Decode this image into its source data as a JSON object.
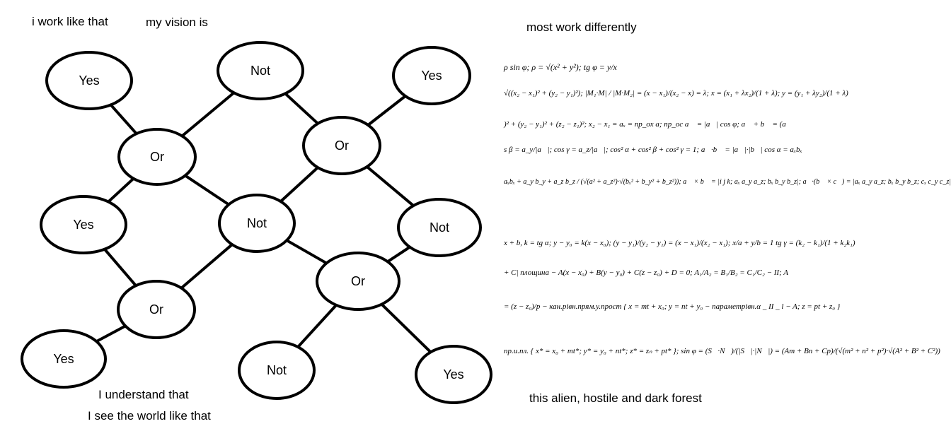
{
  "captions": {
    "top_left_1": "i work like that",
    "top_left_2": "my vision is",
    "bottom_1": "I understand that",
    "bottom_2": "I see the world like that",
    "top_right": "most work differently",
    "bottom_right": "this alien, hostile and dark forest"
  },
  "nodes": [
    {
      "id": "yes_top_left",
      "label": "Yes"
    },
    {
      "id": "not_top_mid",
      "label": "Not"
    },
    {
      "id": "yes_top_right",
      "label": "Yes"
    },
    {
      "id": "or_upper_left",
      "label": "Or"
    },
    {
      "id": "or_upper_right",
      "label": "Or"
    },
    {
      "id": "yes_mid_left",
      "label": "Yes"
    },
    {
      "id": "not_center",
      "label": "Not"
    },
    {
      "id": "not_mid_right",
      "label": "Not"
    },
    {
      "id": "or_lower_left",
      "label": "Or"
    },
    {
      "id": "or_lower_right",
      "label": "Or"
    },
    {
      "id": "yes_bottom_left",
      "label": "Yes"
    },
    {
      "id": "not_bottom_mid",
      "label": "Not"
    },
    {
      "id": "yes_bottom_right",
      "label": "Yes"
    }
  ],
  "edges": [
    [
      "yes_top_left",
      "or_upper_left"
    ],
    [
      "or_upper_left",
      "not_top_mid"
    ],
    [
      "not_top_mid",
      "or_upper_right"
    ],
    [
      "or_upper_right",
      "yes_top_right"
    ],
    [
      "or_upper_left",
      "yes_mid_left"
    ],
    [
      "or_upper_left",
      "not_center"
    ],
    [
      "or_upper_right",
      "not_center"
    ],
    [
      "or_upper_right",
      "not_mid_right"
    ],
    [
      "yes_mid_left",
      "or_lower_left"
    ],
    [
      "not_center",
      "or_lower_left"
    ],
    [
      "not_center",
      "or_lower_right"
    ],
    [
      "not_mid_right",
      "or_lower_right"
    ],
    [
      "or_lower_left",
      "yes_bottom_left"
    ],
    [
      "or_lower_right",
      "not_bottom_mid"
    ],
    [
      "or_lower_right",
      "yes_bottom_right"
    ]
  ],
  "formulas": [
    "ρ sin φ; ρ = √(x² + y²); tg φ = y/x",
    "√((x₂ − x₁)² + (y₂ − y₁)²); |M₁·M| / |M·M₂| = (x − x₁)/(x₂ − x) = λ; x = (x₁ + λx₂)/(1 + λ); y = (y₁ + λy₂)/(1 + λ)",
    ")² + (y₂ − y₁)² + (z₂ − z₁)²; x₂ − x₁ = aₓ = пр_ox a; пр_oc a⃗ = |a⃗| cos φ; a⃗ + b⃗ = (a",
    "s β = a_y/|a⃗|; cos γ = a_z/|a⃗|; cos² α + cos² β + cos² γ = 1; a⃗·b⃗ = |a⃗|·|b⃗| cos α = aₓbₓ",
    "aₓbₓ + a_y b_y + a_z b_z / (√(a² + a_z²)·√(bₓ² + b_y² + b_z²)); a⃗ × b⃗ = |i j k; aₓ a_y a_z; bₓ b_y b_z|; a⃗·(b⃗ × c⃗) = |aₓ a_y a_z; bₓ b_y b_z; cₓ c_y c_z|",
    "x + b, k = tg α; y − y₀ = k(x − x₀); (y − y₁)/(y₂ − y₁) = (x − x₁)/(x₂ − x₁); x/a + y/b = 1 tg γ = (k₂ − k₁)/(1 + k₂k₁)",
    "+ C| площина − A(x − x₀) + B(y − y₀) + C(z − z₀) + D = 0; A₁/A₂ = B₁/B₂ = C₁/C₂ − II; A",
    "= (z − z₀)/p − кан.рівн.прям.у.прост { x = mt + x₀; y = nt + y₀ − параметрівн.α _ II _ l − A; z = pt + z₀ }",
    "пр.и.пл. { x* = x₀ + mt*; y* = y₀ + nt*; z* = zₙ + pt* }; sin φ = (S⃗·N⃗)/(|S⃗|·|N⃗|) = (Am + Bn + Cp)/(√(m² + n² + p²)·√(A² + B² + C²))"
  ]
}
